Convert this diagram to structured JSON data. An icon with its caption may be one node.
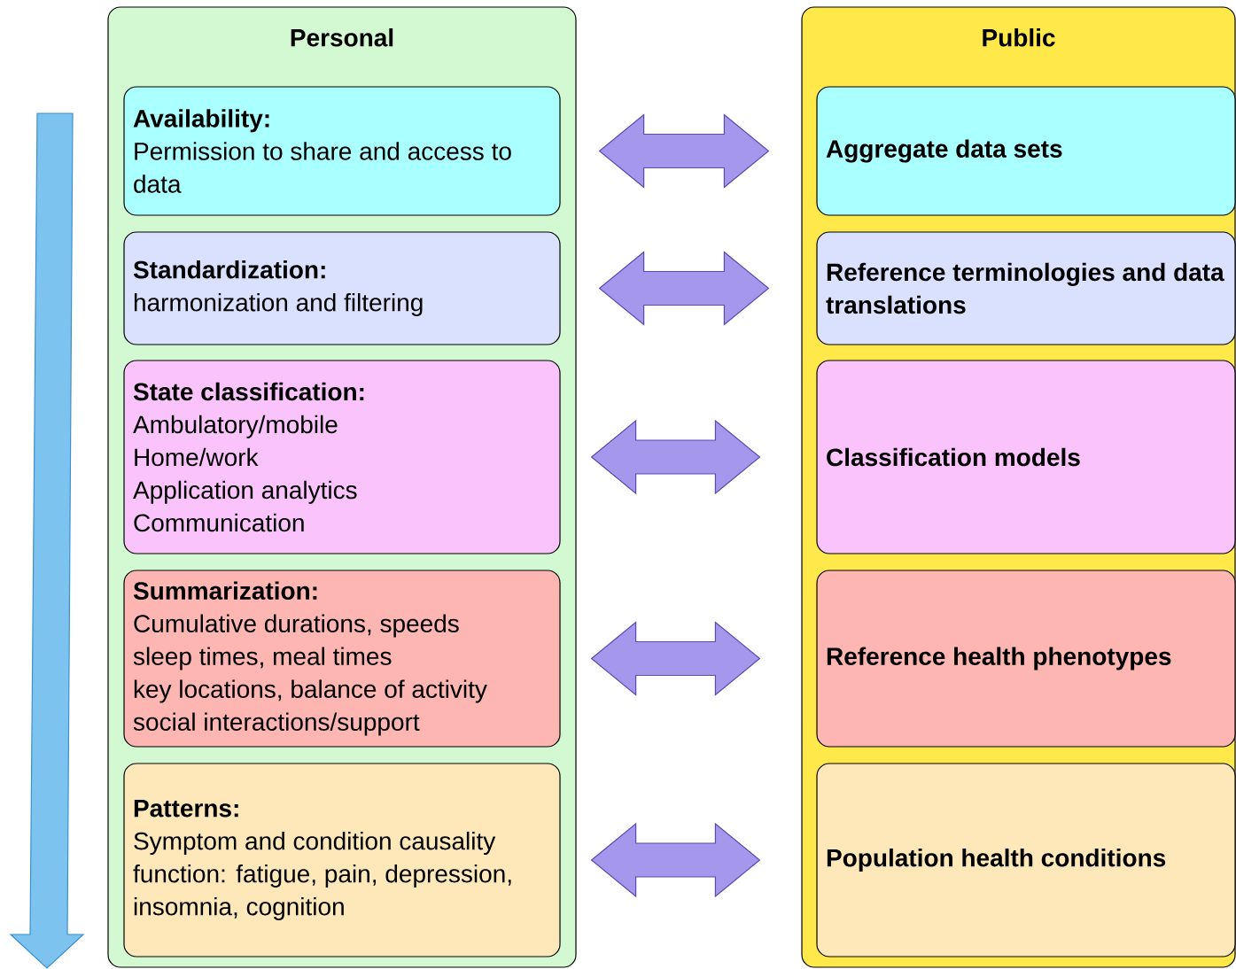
{
  "diagram": {
    "nodes": [
      {
        "text": [
          "Personal"
        ]
      },
      {
        "text": [
          "Availability:",
          "Permission to share and access to data"
        ],
        "in": 0
      },
      {
        "text": [
          "Standardization:",
          "harmonization and filtering"
        ],
        "in": 0
      },
      {
        "text": [
          "State classification:",
          "Ambulatory/mobile",
          "Home/work",
          "Application analytics",
          "Communication"
        ],
        "in": 0
      },
      {
        "text": [
          "Summarization:",
          "Cumulative durations, speeds",
          "sleep times, meal times",
          "key locations, balance of activity",
          "social interactions/support"
        ],
        "in": 0
      },
      {
        "text": [
          "Patterns:",
          "Symptom and condition causality",
          "function: fatigue, pain, depression, insomnia, cognition"
        ],
        "in": 0
      },
      {
        "text": [
          "Public"
        ]
      },
      {
        "text": [
          "Aggregate data sets"
        ],
        "in": 6
      },
      {
        "text": [
          "Reference terminologies and data translations"
        ],
        "in": 6
      },
      {
        "text": [
          "Classification models"
        ],
        "in": 6
      },
      {
        "text": [
          "Reference health phenotypes"
        ],
        "in": 6
      },
      {
        "text": [
          "Population health conditions"
        ],
        "in": 6
      }
    ],
    "edges": [
      {
        "from": 1,
        "to": 7,
        "arrow": "both"
      },
      {
        "from": 2,
        "to": 8,
        "arrow": "both"
      },
      {
        "from": 3,
        "to": 9,
        "arrow": "both"
      },
      {
        "from": 4,
        "to": 10,
        "arrow": "both"
      },
      {
        "from": 5,
        "to": 11,
        "arrow": "both"
      }
    ]
  }
}
